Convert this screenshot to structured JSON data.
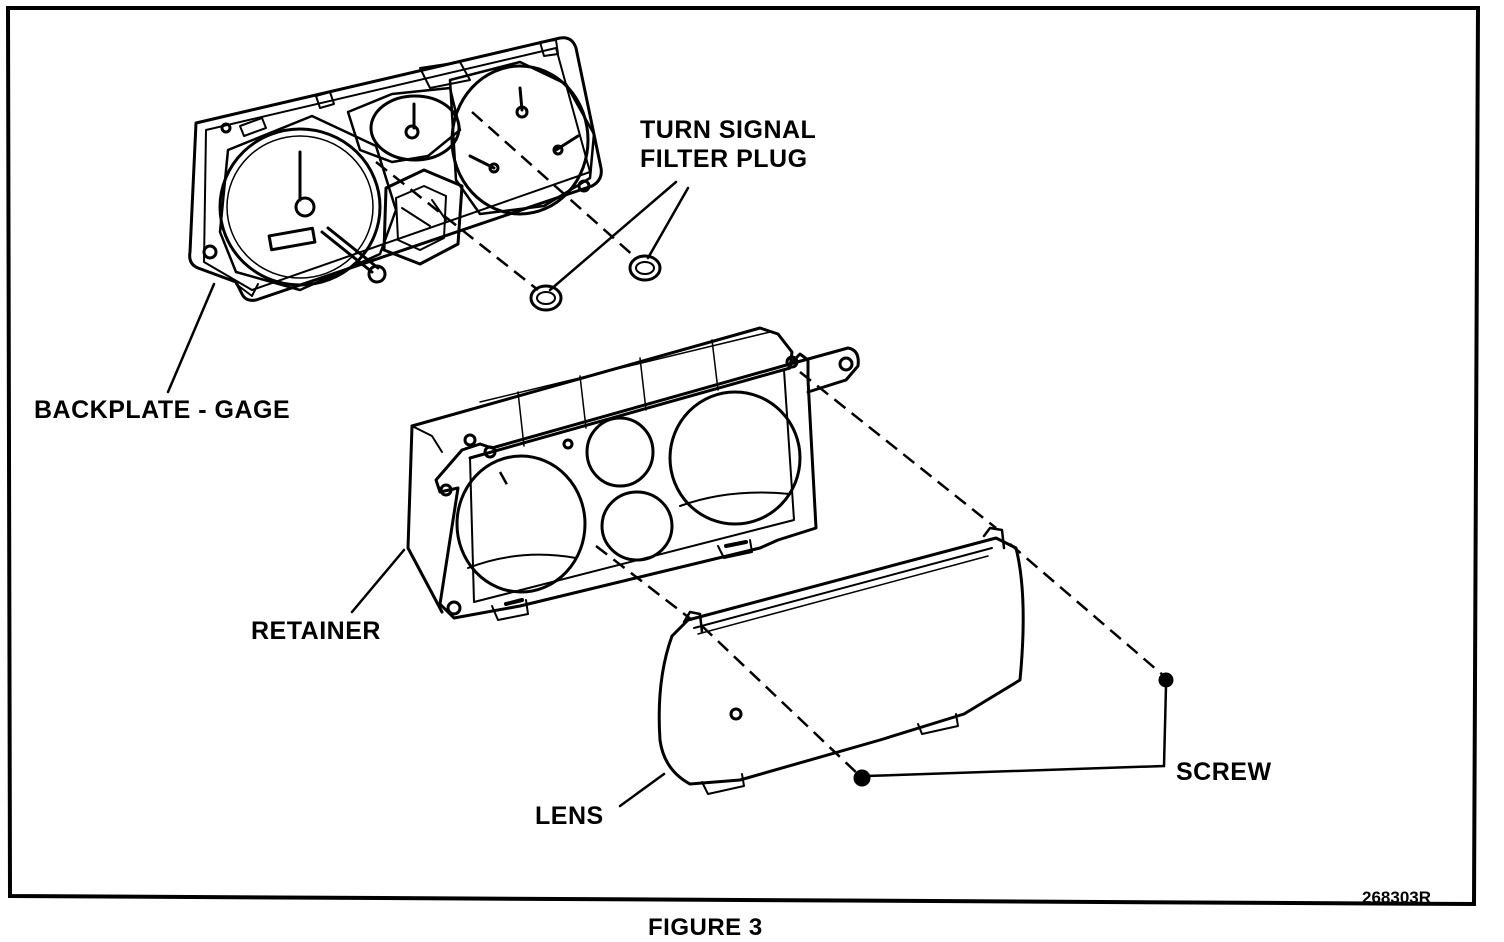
{
  "labels": {
    "turn_signal_line1": "TURN SIGNAL",
    "turn_signal_line2": "FILTER PLUG",
    "backplate": "BACKPLATE - GAGE",
    "retainer": "RETAINER",
    "screw": "SCREW",
    "lens": "LENS",
    "code": "268303R"
  },
  "caption": "FIGURE 3",
  "colors": {
    "ink": "#000000",
    "paper": "#ffffff"
  }
}
